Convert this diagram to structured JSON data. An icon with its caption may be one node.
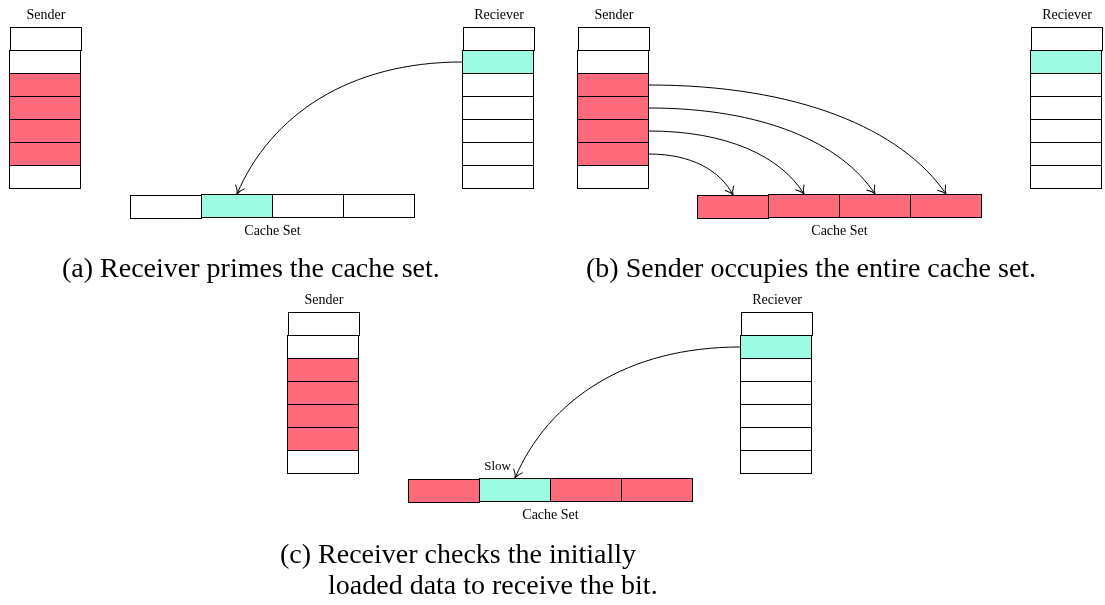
{
  "diagram": {
    "nodes": [
      {
        "text": [
          "Sender"
        ]
      },
      {
        "text": [],
        "shape": "box",
        "in": 0
      },
      {
        "text": [],
        "shape": "box",
        "in": 0
      },
      {
        "text": [],
        "shape": "box",
        "in": 0
      },
      {
        "text": [],
        "shape": "box",
        "in": 0
      },
      {
        "text": [],
        "shape": "box",
        "in": 0
      },
      {
        "text": [],
        "shape": "box",
        "in": 0
      },
      {
        "text": [],
        "shape": "box",
        "in": 0
      },
      {
        "text": [
          "Reciever"
        ]
      },
      {
        "text": [],
        "shape": "box",
        "in": 8
      },
      {
        "text": [],
        "shape": "box",
        "in": 8
      },
      {
        "text": [],
        "shape": "box",
        "in": 8
      },
      {
        "text": [],
        "shape": "box",
        "in": 8
      },
      {
        "text": [],
        "shape": "box",
        "in": 8
      },
      {
        "text": [],
        "shape": "box",
        "in": 8
      },
      {
        "text": [],
        "shape": "box",
        "in": 8
      },
      {
        "text": [
          "Cache Set"
        ]
      },
      {
        "text": [],
        "shape": "box",
        "in": 16
      },
      {
        "text": [],
        "shape": "box",
        "in": 16
      },
      {
        "text": [],
        "shape": "box",
        "in": 16
      },
      {
        "text": [],
        "shape": "box",
        "in": 16
      },
      {
        "text": [
          "Sender"
        ]
      },
      {
        "text": [],
        "shape": "box",
        "in": 21
      },
      {
        "text": [],
        "shape": "box",
        "in": 21
      },
      {
        "text": [],
        "shape": "box",
        "in": 21
      },
      {
        "text": [],
        "shape": "box",
        "in": 21
      },
      {
        "text": [],
        "shape": "box",
        "in": 21
      },
      {
        "text": [],
        "shape": "box",
        "in": 21
      },
      {
        "text": [],
        "shape": "box",
        "in": 21
      },
      {
        "text": [
          "Reciever"
        ]
      },
      {
        "text": [],
        "shape": "box",
        "in": 29
      },
      {
        "text": [],
        "shape": "box",
        "in": 29
      },
      {
        "text": [],
        "shape": "box",
        "in": 29
      },
      {
        "text": [],
        "shape": "box",
        "in": 29
      },
      {
        "text": [],
        "shape": "box",
        "in": 29
      },
      {
        "text": [],
        "shape": "box",
        "in": 29
      },
      {
        "text": [],
        "shape": "box",
        "in": 29
      },
      {
        "text": [
          "Cache Set"
        ]
      },
      {
        "text": [],
        "shape": "box",
        "in": 37
      },
      {
        "text": [],
        "shape": "box",
        "in": 37
      },
      {
        "text": [],
        "shape": "box",
        "in": 37
      },
      {
        "text": [],
        "shape": "box",
        "in": 37
      },
      {
        "text": [
          "Sender"
        ]
      },
      {
        "text": [],
        "shape": "box",
        "in": 42
      },
      {
        "text": [],
        "shape": "box",
        "in": 42
      },
      {
        "text": [],
        "shape": "box",
        "in": 42
      },
      {
        "text": [],
        "shape": "box",
        "in": 42
      },
      {
        "text": [],
        "shape": "box",
        "in": 42
      },
      {
        "text": [],
        "shape": "box",
        "in": 42
      },
      {
        "text": [],
        "shape": "box",
        "in": 42
      },
      {
        "text": [
          "Reciever"
        ]
      },
      {
        "text": [],
        "shape": "box",
        "in": 50
      },
      {
        "text": [],
        "shape": "box",
        "in": 50
      },
      {
        "text": [],
        "shape": "box",
        "in": 50
      },
      {
        "text": [],
        "shape": "box",
        "in": 50
      },
      {
        "text": [],
        "shape": "box",
        "in": 50
      },
      {
        "text": [],
        "shape": "box",
        "in": 50
      },
      {
        "text": [],
        "shape": "box",
        "in": 50
      },
      {
        "text": [
          "Cache Set"
        ]
      },
      {
        "text": [],
        "shape": "box",
        "in": 58
      },
      {
        "text": [],
        "shape": "box",
        "in": 58
      },
      {
        "text": [],
        "shape": "box",
        "in": 58
      },
      {
        "text": [],
        "shape": "box",
        "in": 58
      }
    ],
    "edges": [
      {
        "from": 10,
        "to": 18,
        "arrow": "to"
      },
      {
        "from": 24,
        "to": 41,
        "arrow": "to"
      },
      {
        "from": 25,
        "to": 40,
        "arrow": "to"
      },
      {
        "from": 26,
        "to": 39,
        "arrow": "to"
      },
      {
        "from": 27,
        "to": 38,
        "arrow": "to"
      },
      {
        "from": 52,
        "to": 60,
        "arrow": "to",
        "label": "Slow"
      }
    ],
    "labels": [
      "(a) Receiver primes the cache set.",
      "(b) Sender occupies the entire cache set.",
      "(c) Receiver checks the initially loaded data to receive the bit."
    ]
  }
}
